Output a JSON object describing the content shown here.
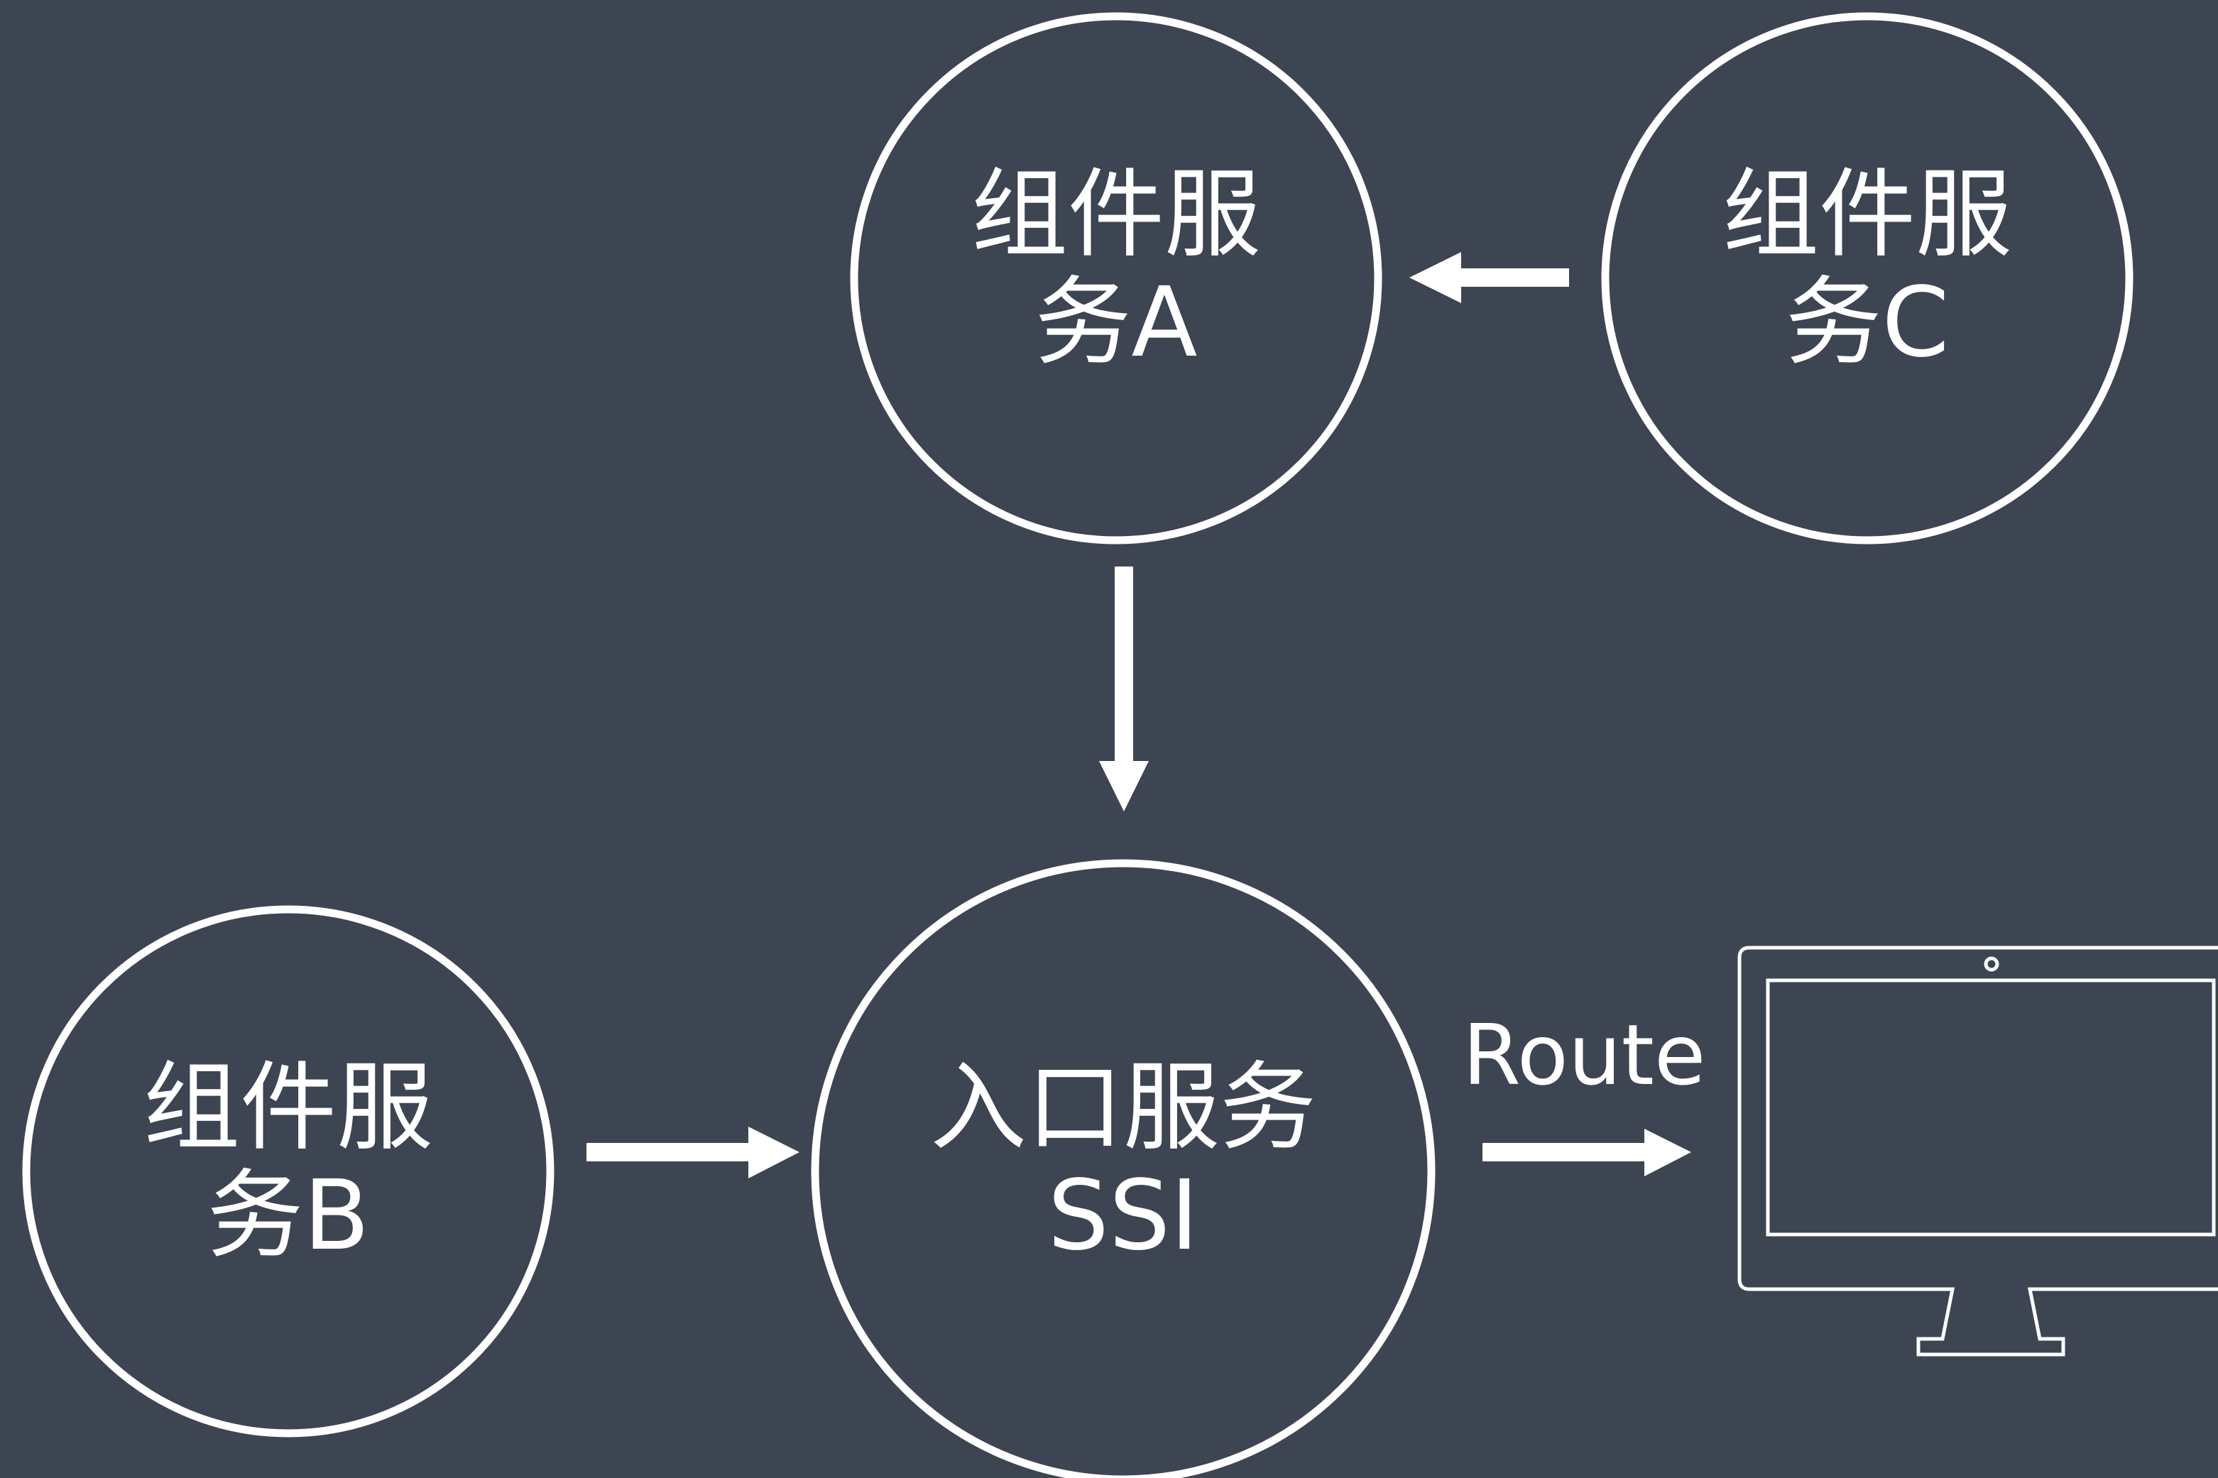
{
  "colors": {
    "background": "#3d4452",
    "stroke": "#ffffff"
  },
  "nodes": {
    "service_a": {
      "label": "组件服\n务A"
    },
    "service_c": {
      "label": "组件服\n务C"
    },
    "service_b": {
      "label": "组件服\n务B"
    },
    "entry_ssi": {
      "label": "入口服务\nSSI"
    }
  },
  "edges": {
    "route": {
      "label": "Route"
    }
  },
  "icons": {
    "client": "monitor-icon"
  }
}
